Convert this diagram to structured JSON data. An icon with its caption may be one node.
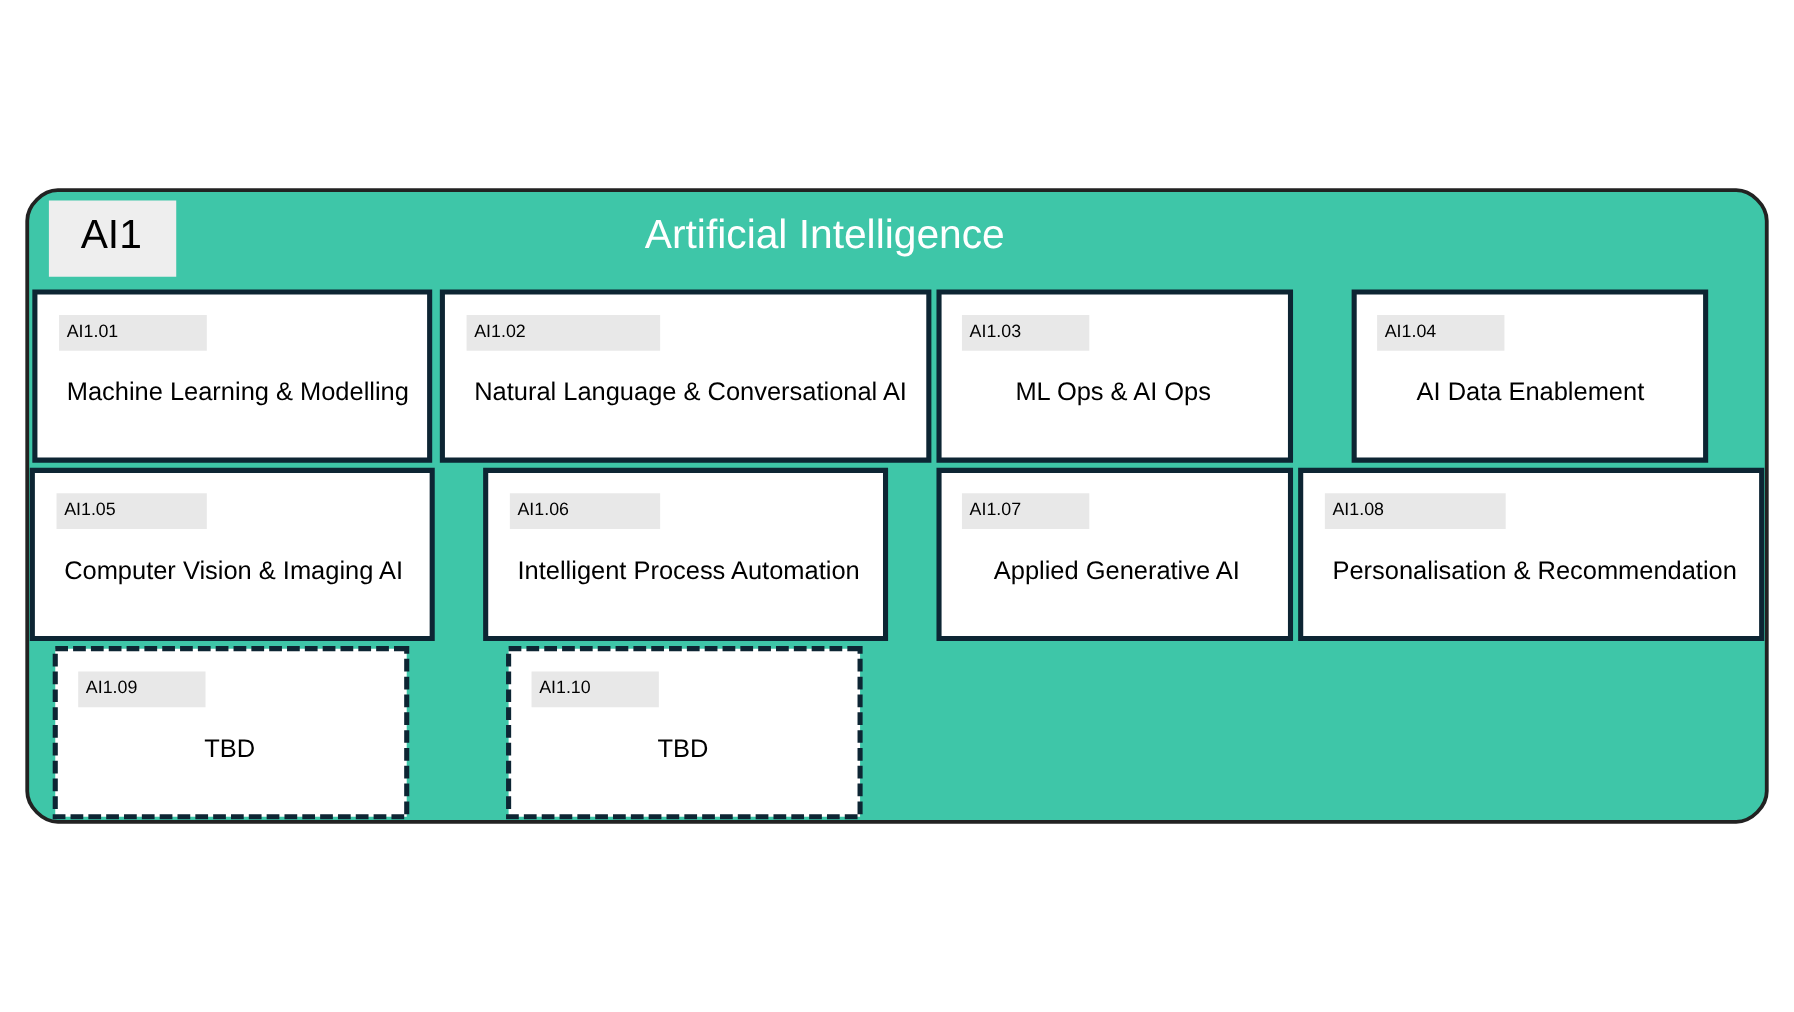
{
  "diagram": {
    "nodes": [
      {
        "text": [
          "AI1",
          "Artificial Intelligence"
        ]
      },
      {
        "text": [
          "AI1.01",
          "Machine Learning & Modelling"
        ],
        "in": 0
      },
      {
        "text": [
          "AI1.02",
          "Natural Language & Conversational AI"
        ],
        "in": 0
      },
      {
        "text": [
          "AI1.03",
          "ML Ops & AI Ops"
        ],
        "in": 0
      },
      {
        "text": [
          "AI1.04",
          "AI Data Enablement"
        ],
        "in": 0
      },
      {
        "text": [
          "AI1.05",
          "Computer Vision & Imaging AI"
        ],
        "in": 0
      },
      {
        "text": [
          "AI1.06",
          "Intelligent Process Automation"
        ],
        "in": 0
      },
      {
        "text": [
          "AI1.07",
          "Applied Generative AI"
        ],
        "in": 0
      },
      {
        "text": [
          "AI1.08",
          "Personalisation & Recommendation"
        ],
        "in": 0
      },
      {
        "text": [
          "AI1.09",
          "TBD"
        ],
        "in": 0
      },
      {
        "text": [
          "AI1.10",
          "TBD"
        ],
        "in": 0
      }
    ],
    "edges": []
  }
}
